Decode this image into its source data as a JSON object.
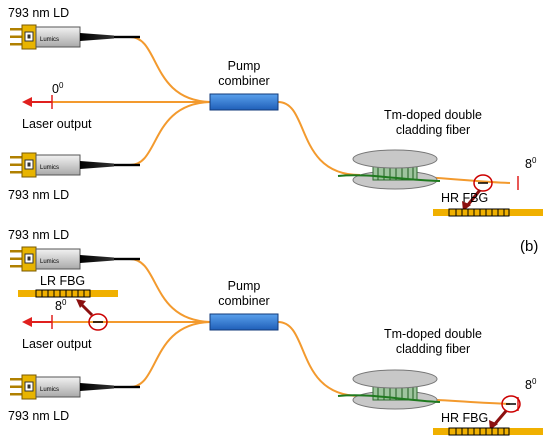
{
  "panel_b_label": "(b)",
  "top": {
    "ld_top_label": "793 nm LD",
    "ld_bottom_label": "793 nm LD",
    "ld_brand": "Lumics",
    "angle_left_base": "0",
    "angle_left_sup": "0",
    "laser_output_label": "Laser output",
    "pump_combiner_line1": "Pump",
    "pump_combiner_line2": "combiner",
    "tm_fiber_line1": "Tm-doped double",
    "tm_fiber_line2": "cladding fiber",
    "angle_right_base": "8",
    "angle_right_sup": "0",
    "hr_fbg_label": "HR FBG"
  },
  "bottom": {
    "ld_top_label": "793 nm LD",
    "ld_bottom_label": "793 nm LD",
    "ld_brand": "Lumics",
    "lr_fbg_label": "LR FBG",
    "angle_left_base": "8",
    "angle_left_sup": "0",
    "laser_output_label": "Laser output",
    "pump_combiner_line1": "Pump",
    "pump_combiner_line2": "combiner",
    "tm_fiber_line1": "Tm-doped double",
    "tm_fiber_line2": "cladding fiber",
    "angle_right_base": "8",
    "angle_right_sup": "0",
    "hr_fbg_label": "HR FBG"
  },
  "colors": {
    "fiber": "#f39a2e",
    "doped_fiber": "#1f7a1f",
    "combiner": "#2a6fcf",
    "fbg_strip": "#f0b000",
    "output_arrow": "#e0201e",
    "pointer_arrow": "#8b1010",
    "spool": "#c8c8c8"
  }
}
